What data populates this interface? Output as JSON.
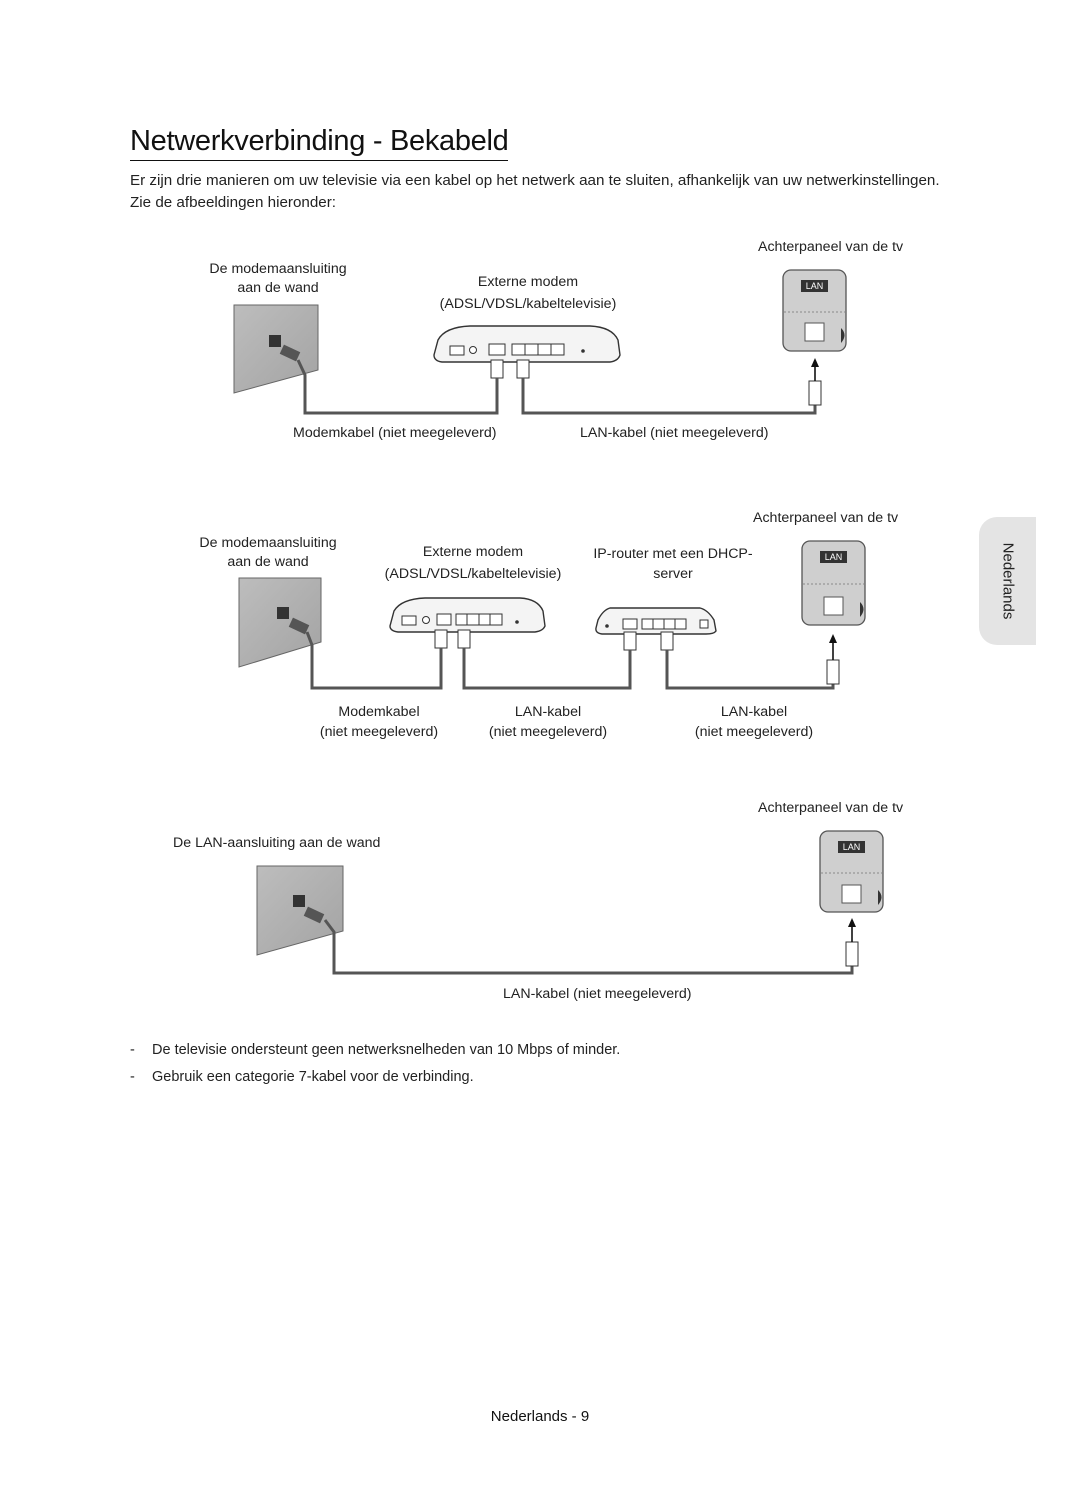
{
  "page": {
    "title": "Netwerkverbinding - Bekabeld",
    "intro": "Er zijn drie manieren om uw televisie via een kabel op het netwerk aan te sluiten, afhankelijk van uw netwerkinstellingen. Zie de afbeeldingen hieronder:",
    "side_tab": "Nederlands",
    "footer": "Nederlands - 9"
  },
  "diagram1": {
    "wall_label_line1": "De modemaansluiting",
    "wall_label_line2": "aan de wand",
    "modem_label_line1": "Externe modem",
    "modem_label_line2": "(ADSL/VDSL/kabeltelevisie)",
    "tv_label": "Achterpaneel van de tv",
    "lan_port": "LAN",
    "cable1_label": "Modemkabel (niet meegeleverd)",
    "cable2_label": "LAN-kabel (niet meegeleverd)"
  },
  "diagram2": {
    "wall_label_line1": "De modemaansluiting",
    "wall_label_line2": "aan de wand",
    "modem_label_line1": "Externe modem",
    "modem_label_line2": "(ADSL/VDSL/kabeltelevisie)",
    "router_label_line1": "IP-router met een DHCP-",
    "router_label_line2": "server",
    "tv_label": "Achterpaneel van de tv",
    "lan_port": "LAN",
    "cable1_line1": "Modemkabel",
    "cable1_line2": "(niet meegeleverd)",
    "cable2_line1": "LAN-kabel",
    "cable2_line2": "(niet meegeleverd)",
    "cable3_line1": "LAN-kabel",
    "cable3_line2": "(niet meegeleverd)"
  },
  "diagram3": {
    "wall_label": "De LAN-aansluiting aan de wand",
    "tv_label": "Achterpaneel van de tv",
    "lan_port": "LAN",
    "cable_label": "LAN-kabel (niet meegeleverd)"
  },
  "notes": [
    "De televisie ondersteunt geen netwerksnelheden van 10 Mbps of minder.",
    "Gebruik een categorie 7-kabel voor de verbinding."
  ],
  "notes_bullet": "-"
}
